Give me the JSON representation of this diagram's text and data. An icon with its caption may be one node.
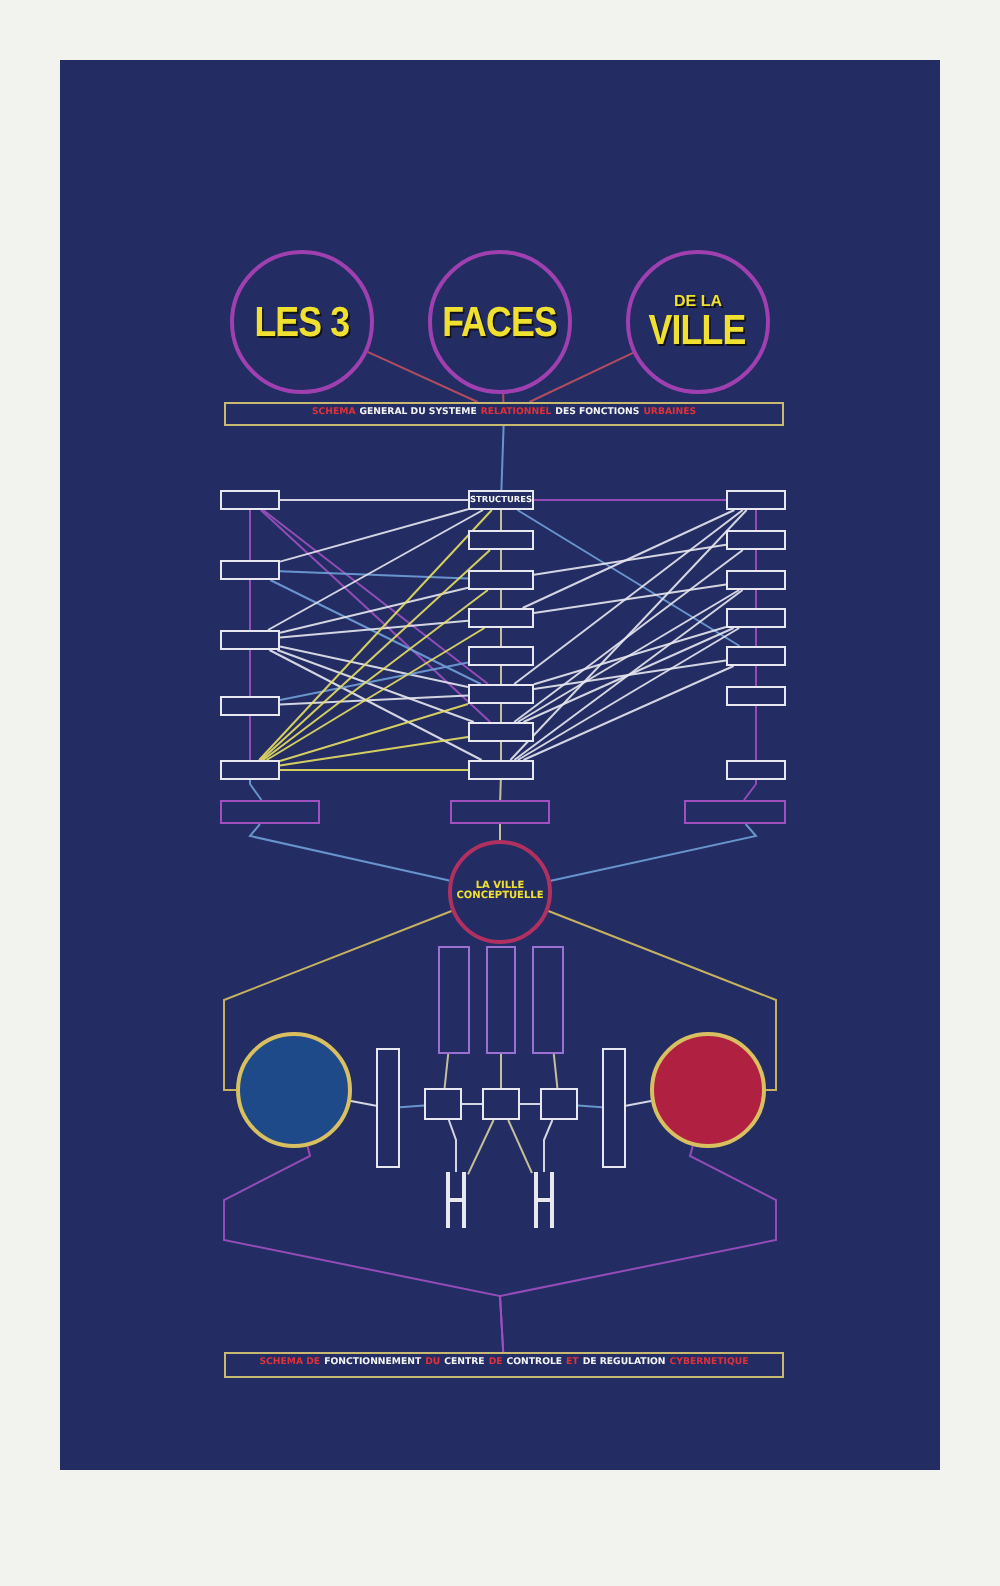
{
  "diagram": {
    "nodes": [
      {
        "text": [
          "LES 3"
        ]
      },
      {
        "text": [
          "FACES"
        ]
      },
      {
        "text": [
          "DE LA",
          "VILLE"
        ]
      },
      {
        "text": [
          "SCHEMA",
          "GENERAL DU SYSTEME",
          "RELATIONNEL",
          "DES FONCTIONS",
          "URBAINES"
        ]
      },
      {
        "text": [],
        "shape": "box"
      },
      {
        "text": [],
        "shape": "box"
      },
      {
        "text": [],
        "shape": "box"
      },
      {
        "text": [],
        "shape": "box"
      },
      {
        "text": [],
        "shape": "box"
      },
      {
        "text": [
          "STRUCTURES"
        ]
      },
      {
        "text": [],
        "shape": "box"
      },
      {
        "text": [],
        "shape": "box"
      },
      {
        "text": [],
        "shape": "box"
      },
      {
        "text": [],
        "shape": "box"
      },
      {
        "text": [],
        "shape": "box"
      },
      {
        "text": [],
        "shape": "box"
      },
      {
        "text": [],
        "shape": "box"
      },
      {
        "text": [],
        "shape": "box"
      },
      {
        "text": [],
        "shape": "box"
      },
      {
        "text": [],
        "shape": "box"
      },
      {
        "text": [],
        "shape": "box"
      },
      {
        "text": [],
        "shape": "box"
      },
      {
        "text": [],
        "shape": "box"
      },
      {
        "text": [],
        "shape": "box"
      },
      {
        "text": [],
        "shape": "box"
      },
      {
        "text": [],
        "shape": "box"
      },
      {
        "text": [],
        "shape": "box"
      },
      {
        "text": [
          "LA VILLE CONCEPTUELLE"
        ]
      },
      {
        "text": [],
        "shape": "box"
      },
      {
        "text": [],
        "shape": "box"
      },
      {
        "text": [],
        "shape": "box"
      },
      {
        "text": [],
        "shape": "circle"
      },
      {
        "text": [],
        "shape": "box"
      },
      {
        "text": [],
        "shape": "box"
      },
      {
        "text": [],
        "shape": "box"
      },
      {
        "text": [],
        "shape": "box"
      },
      {
        "text": [],
        "shape": "box"
      },
      {
        "text": [],
        "shape": "circle"
      },
      {
        "text": [],
        "shape": "bar"
      },
      {
        "text": [],
        "shape": "bar"
      },
      {
        "text": [
          "SCHEMA DE",
          "FONCTIONNEMENT",
          "DU",
          "CENTRE",
          "DE",
          "CONTROLE",
          "ET",
          "DE REGULATION",
          "CYBERNETIQUE"
        ]
      }
    ],
    "edges": [
      {
        "from": 0,
        "to": 3,
        "arrow": "none",
        "color": "#c05060"
      },
      {
        "from": 1,
        "to": 3,
        "arrow": "none",
        "color": "#c05060"
      },
      {
        "from": 2,
        "to": 3,
        "arrow": "none",
        "color": "#c05060"
      },
      {
        "from": 3,
        "to": 9,
        "arrow": "none",
        "color": "#70a0d8"
      },
      {
        "from": 4,
        "to": 5,
        "arrow": "none",
        "color": "#a050c0"
      },
      {
        "from": 5,
        "to": 6,
        "arrow": "none",
        "color": "#a050c0"
      },
      {
        "from": 6,
        "to": 7,
        "arrow": "none",
        "color": "#a050c0"
      },
      {
        "from": 7,
        "to": 8,
        "arrow": "none",
        "color": "#a050c0"
      },
      {
        "from": 8,
        "to": 24,
        "arrow": "none",
        "color": "#70a0d8"
      },
      {
        "from": 9,
        "to": 10,
        "arrow": "none",
        "color": "#d8d0a0"
      },
      {
        "from": 10,
        "to": 11,
        "arrow": "none",
        "color": "#d8d0a0"
      },
      {
        "from": 11,
        "to": 12,
        "arrow": "none",
        "color": "#d8d0a0"
      },
      {
        "from": 12,
        "to": 13,
        "arrow": "none",
        "color": "#d8d0a0"
      },
      {
        "from": 13,
        "to": 14,
        "arrow": "none",
        "color": "#d8d0a0"
      },
      {
        "from": 14,
        "to": 15,
        "arrow": "none",
        "color": "#d8d0a0"
      },
      {
        "from": 15,
        "to": 16,
        "arrow": "none",
        "color": "#d8d0a0"
      },
      {
        "from": 16,
        "to": 25,
        "arrow": "none",
        "color": "#d8d0a0"
      },
      {
        "from": 17,
        "to": 18,
        "arrow": "none",
        "color": "#a050c0"
      },
      {
        "from": 18,
        "to": 19,
        "arrow": "none",
        "color": "#a050c0"
      },
      {
        "from": 19,
        "to": 20,
        "arrow": "none",
        "color": "#a050c0"
      },
      {
        "from": 20,
        "to": 21,
        "arrow": "none",
        "color": "#a050c0"
      },
      {
        "from": 21,
        "to": 22,
        "arrow": "none",
        "color": "#a050c0"
      },
      {
        "from": 22,
        "to": 23,
        "arrow": "none",
        "color": "#a050c0"
      },
      {
        "from": 23,
        "to": 26,
        "arrow": "none",
        "color": "#a050c0"
      },
      {
        "from": 4,
        "to": 9,
        "arrow": "none"
      },
      {
        "from": 4,
        "to": 14,
        "arrow": "none",
        "color": "#a050c0"
      },
      {
        "from": 4,
        "to": 15,
        "arrow": "none",
        "color": "#a050c0"
      },
      {
        "from": 5,
        "to": 9,
        "arrow": "none"
      },
      {
        "from": 5,
        "to": 11,
        "arrow": "none",
        "color": "#70a0d8"
      },
      {
        "from": 5,
        "to": 14,
        "arrow": "none",
        "color": "#70a0d8"
      },
      {
        "from": 6,
        "to": 9,
        "arrow": "none"
      },
      {
        "from": 6,
        "to": 11,
        "arrow": "none"
      },
      {
        "from": 6,
        "to": 12,
        "arrow": "none"
      },
      {
        "from": 6,
        "to": 14,
        "arrow": "none"
      },
      {
        "from": 6,
        "to": 15,
        "arrow": "none"
      },
      {
        "from": 6,
        "to": 16,
        "arrow": "none"
      },
      {
        "from": 7,
        "to": 13,
        "arrow": "none",
        "color": "#70a0d8"
      },
      {
        "from": 7,
        "to": 14,
        "arrow": "none"
      },
      {
        "from": 8,
        "to": 9,
        "arrow": "none",
        "color": "#e8e060"
      },
      {
        "from": 8,
        "to": 10,
        "arrow": "none",
        "color": "#e8e060"
      },
      {
        "from": 8,
        "to": 11,
        "arrow": "none",
        "color": "#e8e060"
      },
      {
        "from": 8,
        "to": 12,
        "arrow": "none",
        "color": "#e8e060"
      },
      {
        "from": 8,
        "to": 14,
        "arrow": "none",
        "color": "#e8e060"
      },
      {
        "from": 8,
        "to": 15,
        "arrow": "none",
        "color": "#e8e060"
      },
      {
        "from": 8,
        "to": 16,
        "arrow": "none",
        "color": "#e8e060"
      },
      {
        "from": 9,
        "to": 17,
        "arrow": "none",
        "color": "#a050c0"
      },
      {
        "from": 9,
        "to": 21,
        "arrow": "none",
        "color": "#70a0d8"
      },
      {
        "from": 11,
        "to": 18,
        "arrow": "none"
      },
      {
        "from": 12,
        "to": 17,
        "arrow": "none"
      },
      {
        "from": 12,
        "to": 19,
        "arrow": "none"
      },
      {
        "from": 14,
        "to": 17,
        "arrow": "none"
      },
      {
        "from": 14,
        "to": 20,
        "arrow": "none"
      },
      {
        "from": 14,
        "to": 21,
        "arrow": "none"
      },
      {
        "from": 15,
        "to": 18,
        "arrow": "none"
      },
      {
        "from": 15,
        "to": 19,
        "arrow": "none"
      },
      {
        "from": 15,
        "to": 20,
        "arrow": "none"
      },
      {
        "from": 16,
        "to": 17,
        "arrow": "none"
      },
      {
        "from": 16,
        "to": 19,
        "arrow": "none"
      },
      {
        "from": 16,
        "to": 20,
        "arrow": "none"
      },
      {
        "from": 16,
        "to": 21,
        "arrow": "none"
      },
      {
        "from": 24,
        "to": 27,
        "arrow": "none",
        "color": "#70a0d8"
      },
      {
        "from": 25,
        "to": 27,
        "arrow": "none",
        "color": "#d8d0a0"
      },
      {
        "from": 26,
        "to": 27,
        "arrow": "none",
        "color": "#70a0d8"
      },
      {
        "from": 27,
        "to": 31,
        "arrow": "none",
        "color": "#d8c060"
      },
      {
        "from": 27,
        "to": 37,
        "arrow": "none",
        "color": "#d8c060"
      },
      {
        "from": 28,
        "to": 33,
        "arrow": "none",
        "color": "#d8d0a0"
      },
      {
        "from": 29,
        "to": 34,
        "arrow": "none",
        "color": "#d8d0a0"
      },
      {
        "from": 30,
        "to": 35,
        "arrow": "none",
        "color": "#d8d0a0"
      },
      {
        "from": 31,
        "to": 32,
        "arrow": "none"
      },
      {
        "from": 32,
        "to": 33,
        "arrow": "none",
        "color": "#70a0d8"
      },
      {
        "from": 33,
        "to": 34,
        "arrow": "none"
      },
      {
        "from": 34,
        "to": 35,
        "arrow": "none"
      },
      {
        "from": 35,
        "to": 36,
        "arrow": "none",
        "color": "#70a0d8"
      },
      {
        "from": 36,
        "to": 37,
        "arrow": "none"
      },
      {
        "from": 33,
        "to": 38,
        "arrow": "none"
      },
      {
        "from": 34,
        "to": 38,
        "arrow": "none",
        "color": "#d8d0a0"
      },
      {
        "from": 34,
        "to": 39,
        "arrow": "none",
        "color": "#d8d0a0"
      },
      {
        "from": 35,
        "to": 39,
        "arrow": "none"
      },
      {
        "from": 31,
        "to": 40,
        "arrow": "none",
        "color": "#a050c0"
      },
      {
        "from": 37,
        "to": 40,
        "arrow": "none",
        "color": "#a050c0"
      }
    ]
  }
}
